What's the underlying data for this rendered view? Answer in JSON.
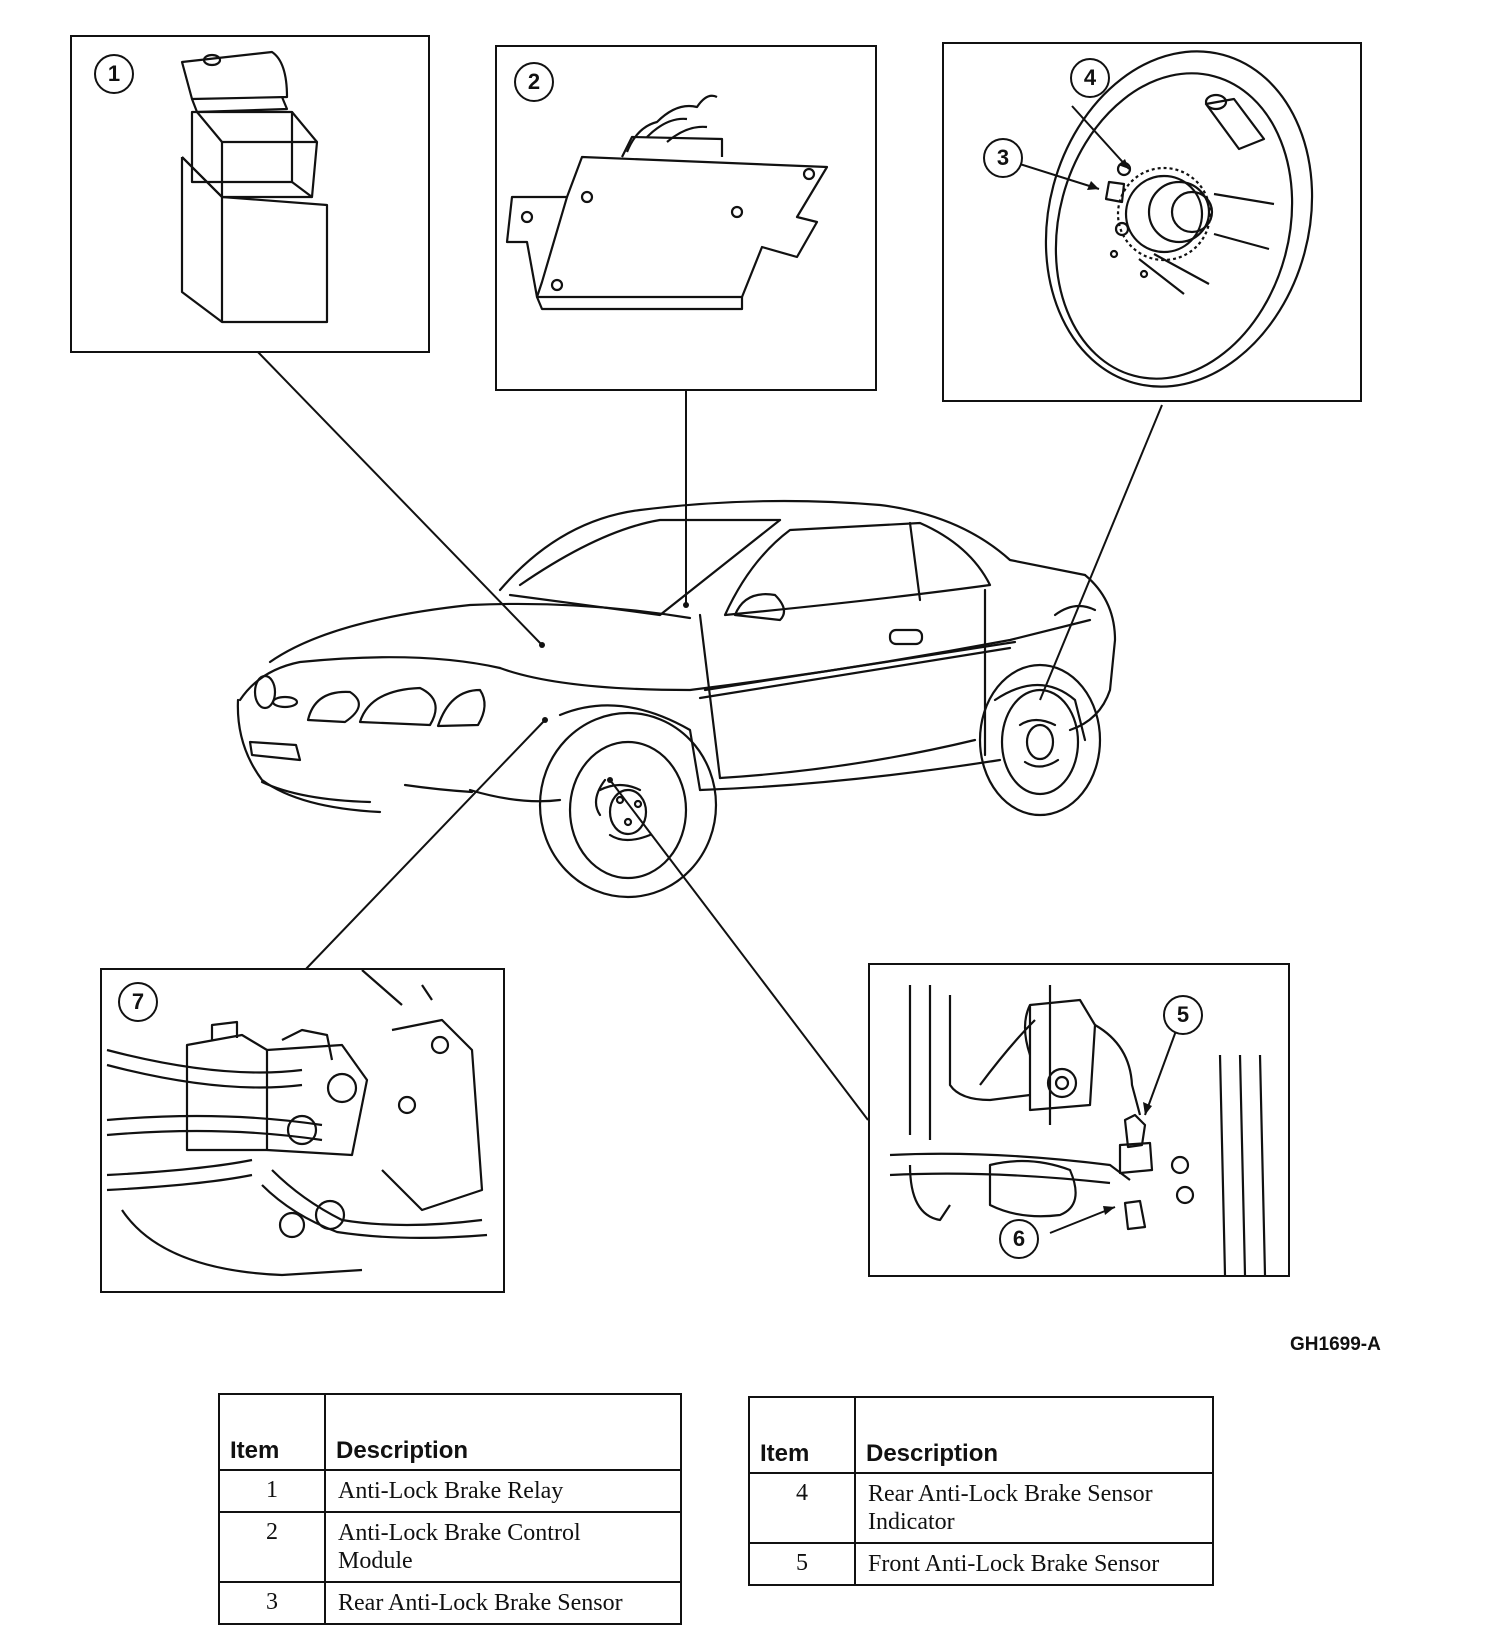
{
  "figure_code": "GH1699-A",
  "callouts": [
    "1",
    "2",
    "3",
    "4",
    "5",
    "6",
    "7"
  ],
  "tables": [
    {
      "headers": {
        "item": "Item",
        "description": "Description"
      },
      "rows": [
        {
          "item": "1",
          "description": "Anti-Lock Brake Relay"
        },
        {
          "item": "2",
          "description": "Anti-Lock Brake Control Module"
        },
        {
          "item": "3",
          "description": "Rear Anti-Lock Brake Sensor"
        }
      ]
    },
    {
      "headers": {
        "item": "Item",
        "description": "Description"
      },
      "rows": [
        {
          "item": "4",
          "description": "Rear Anti-Lock Brake Sensor Indicator"
        },
        {
          "item": "5",
          "description": "Front Anti-Lock Brake Sensor"
        }
      ]
    }
  ],
  "colors": {
    "line": "#111111",
    "background": "#ffffff"
  }
}
